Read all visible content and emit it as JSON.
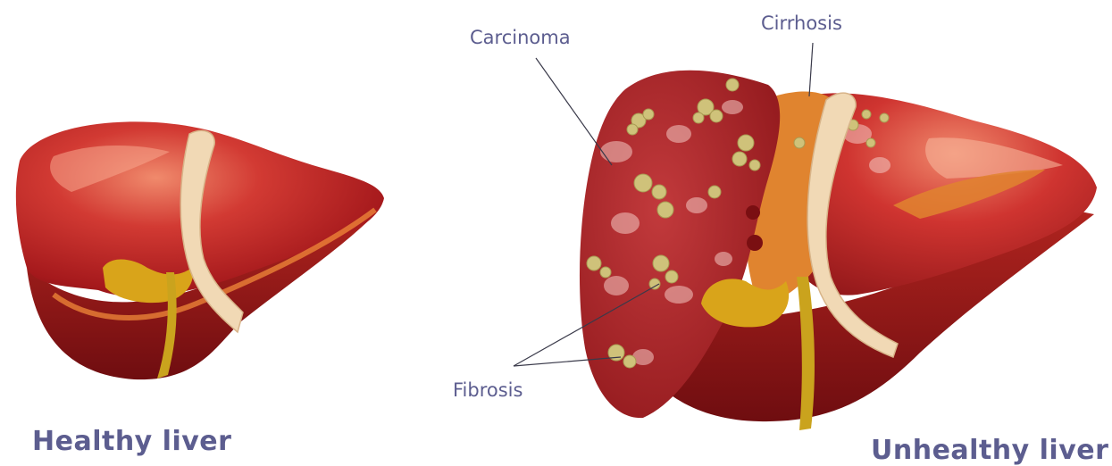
{
  "labels": {
    "healthy_caption": "Healthy liver",
    "unhealthy_caption": "Unhealthy liver",
    "carcinoma": "Carcinoma",
    "cirrhosis": "Cirrhosis",
    "fibrosis": "Fibrosis"
  },
  "colors": {
    "caption_text": "#5c5d8f",
    "callout_line": "#3a3a4a",
    "liver_dark": "#8e1418",
    "liver_mid": "#c3272b",
    "liver_light": "#e4674f",
    "ligament": "#f1d9b5",
    "gallbladder": "#d9a41a",
    "carcinoma_spot": "#f4c8c2",
    "fibrosis_nodule": "#cfc27a",
    "cirrhosis_band": "#e0842f"
  }
}
